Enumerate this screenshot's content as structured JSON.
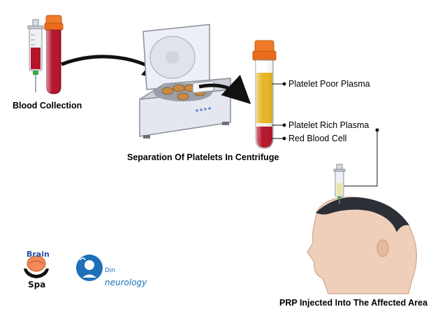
{
  "labels": {
    "blood_collection": "Blood Collection",
    "centrifuge": "Separation Of Platelets In Centrifuge",
    "ppp": "Platelet Poor Plasma",
    "prp": "Platelet   Rich Plasma",
    "rbc": "Red Blood Cell",
    "injection": "PRP Injected Into The Affected Area"
  },
  "logos": {
    "brain_spa_top": "Brain",
    "brain_spa_bottom": "Spa",
    "din_top": "Din",
    "din_bottom": "neurology"
  },
  "colors": {
    "blood": "#b5152b",
    "cap": "#f07a2a",
    "plasma": "#e6b625",
    "prp_band": "#f4f1e6",
    "machine": "#e4e7ef",
    "skin": "#efcfb9",
    "hair": "#2c2f36",
    "logo_blue": "#1d6fb8"
  },
  "icons": [
    "syringe-icon",
    "blood-tube-icon",
    "centrifuge-icon",
    "separated-tube-icon",
    "head-icon",
    "brain-spa-logo",
    "din-neurology-logo"
  ]
}
